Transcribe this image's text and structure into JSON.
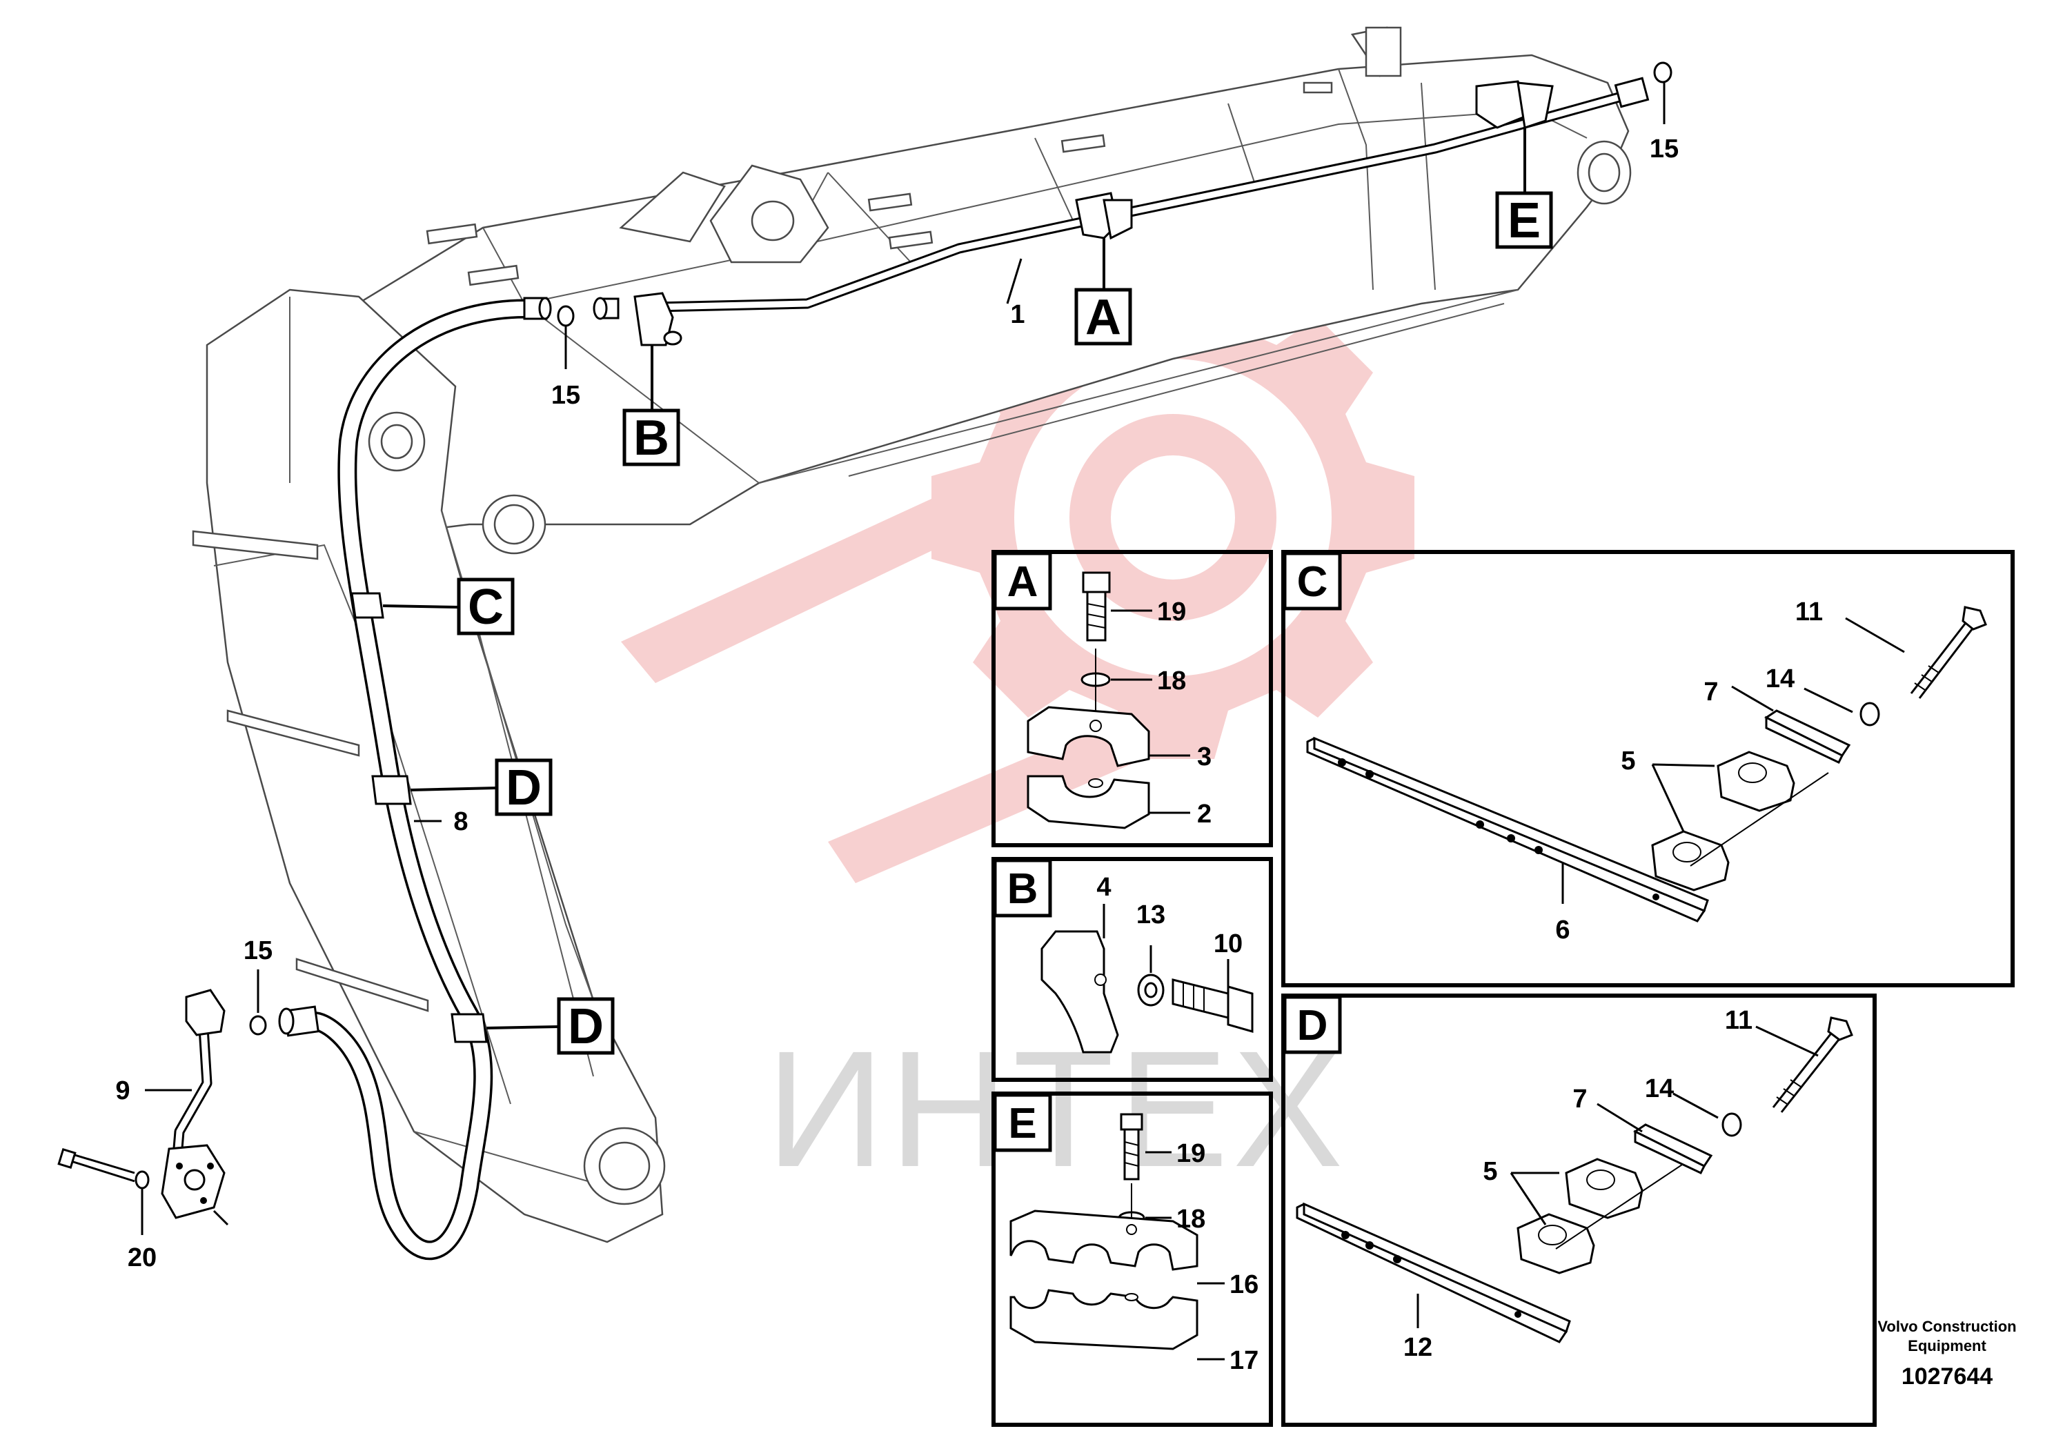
{
  "diagram": {
    "callouts": [
      "A",
      "B",
      "C",
      "D",
      "D",
      "E"
    ],
    "part_numbers_main": [
      "1",
      "15",
      "15",
      "15",
      "8",
      "9",
      "20"
    ],
    "detail_panels": [
      {
        "tag": "A",
        "parts": [
          "19",
          "18",
          "3",
          "2"
        ]
      },
      {
        "tag": "B",
        "parts": [
          "4",
          "13",
          "10"
        ]
      },
      {
        "tag": "C",
        "parts": [
          "11",
          "14",
          "7",
          "5",
          "6"
        ]
      },
      {
        "tag": "D",
        "parts": [
          "11",
          "14",
          "7",
          "5",
          "12"
        ]
      },
      {
        "tag": "E",
        "parts": [
          "19",
          "18",
          "16",
          "17"
        ]
      }
    ],
    "watermark": "ИНТЕХ",
    "footer": {
      "company_line1": "Volvo Construction",
      "company_line2": "Equipment",
      "drawing_number": "1027644"
    }
  },
  "colors": {
    "line": "#000000",
    "boom_outline": "#4a4a4a",
    "watermark_gear": "#f6c8c8",
    "watermark_text": "#d9d9d9"
  }
}
